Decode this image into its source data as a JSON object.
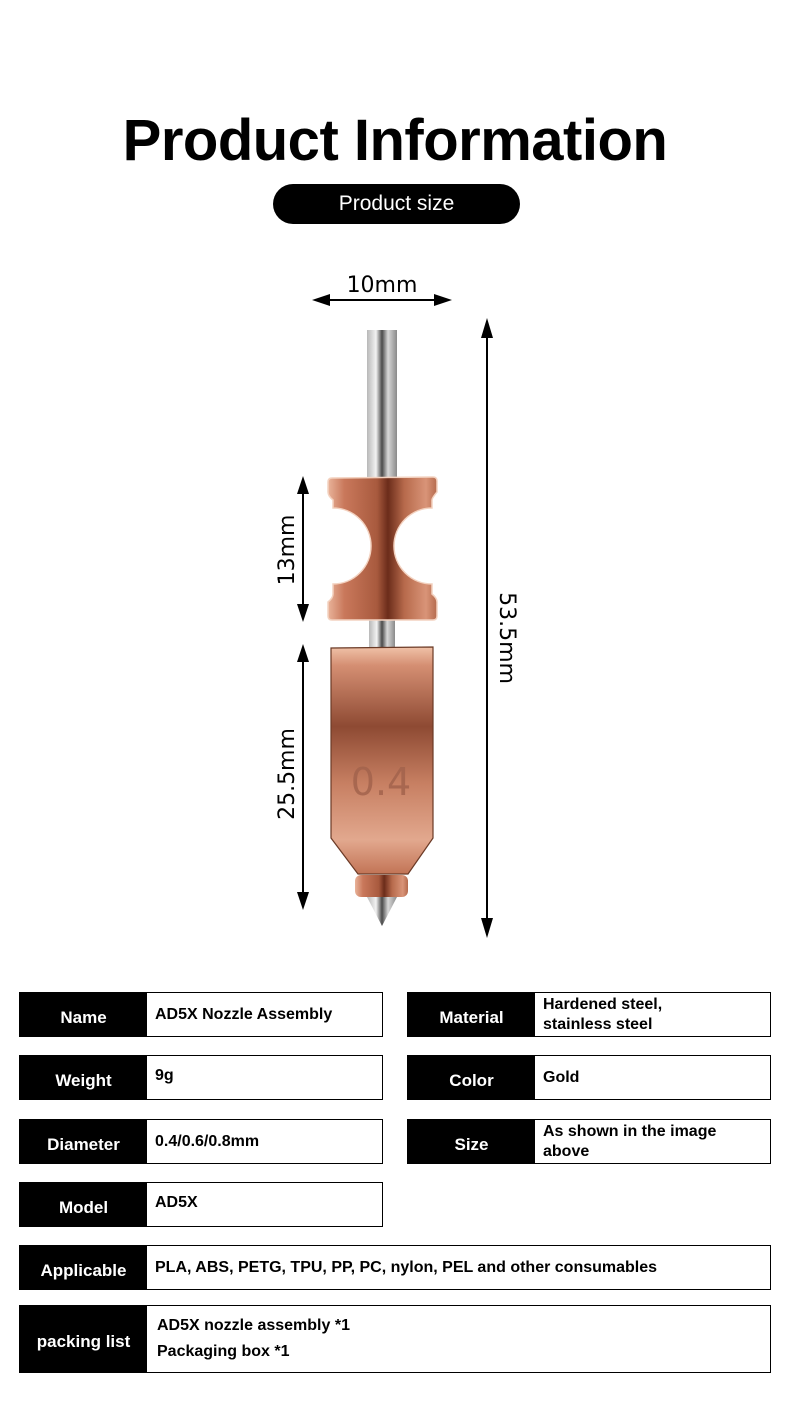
{
  "header": {
    "title": "Product Information",
    "section_pill": "Product size"
  },
  "diagram": {
    "dimensions": {
      "width": "10mm",
      "heatsink_height": "13mm",
      "nozzle_height": "25.5mm",
      "total_height": "53.5mm"
    },
    "nozzle_engraving": "0.4",
    "colors": {
      "copper": "#c8785a",
      "steel": "#9a9a9a"
    }
  },
  "specs": {
    "name": {
      "label": "Name",
      "value": "AD5X Nozzle Assembly"
    },
    "material": {
      "label": "Material",
      "value_lines": [
        "Hardened steel,",
        "stainless steel"
      ]
    },
    "weight": {
      "label": "Weight",
      "value": "9g"
    },
    "color": {
      "label": "Color",
      "value": "Gold"
    },
    "diameter": {
      "label": "Diameter",
      "value": "0.4/0.6/0.8mm"
    },
    "size": {
      "label": "Size",
      "value_lines": [
        "As shown in the image",
        "above"
      ]
    },
    "model": {
      "label": "Model",
      "value": "AD5X"
    },
    "applicable": {
      "label": "Applicable",
      "value": "PLA, ABS, PETG, TPU, PP, PC, nylon, PEL and other consumables"
    },
    "packing_list": {
      "label": "packing list",
      "items": [
        "AD5X nozzle assembly *1",
        "Packaging box *1"
      ]
    }
  }
}
